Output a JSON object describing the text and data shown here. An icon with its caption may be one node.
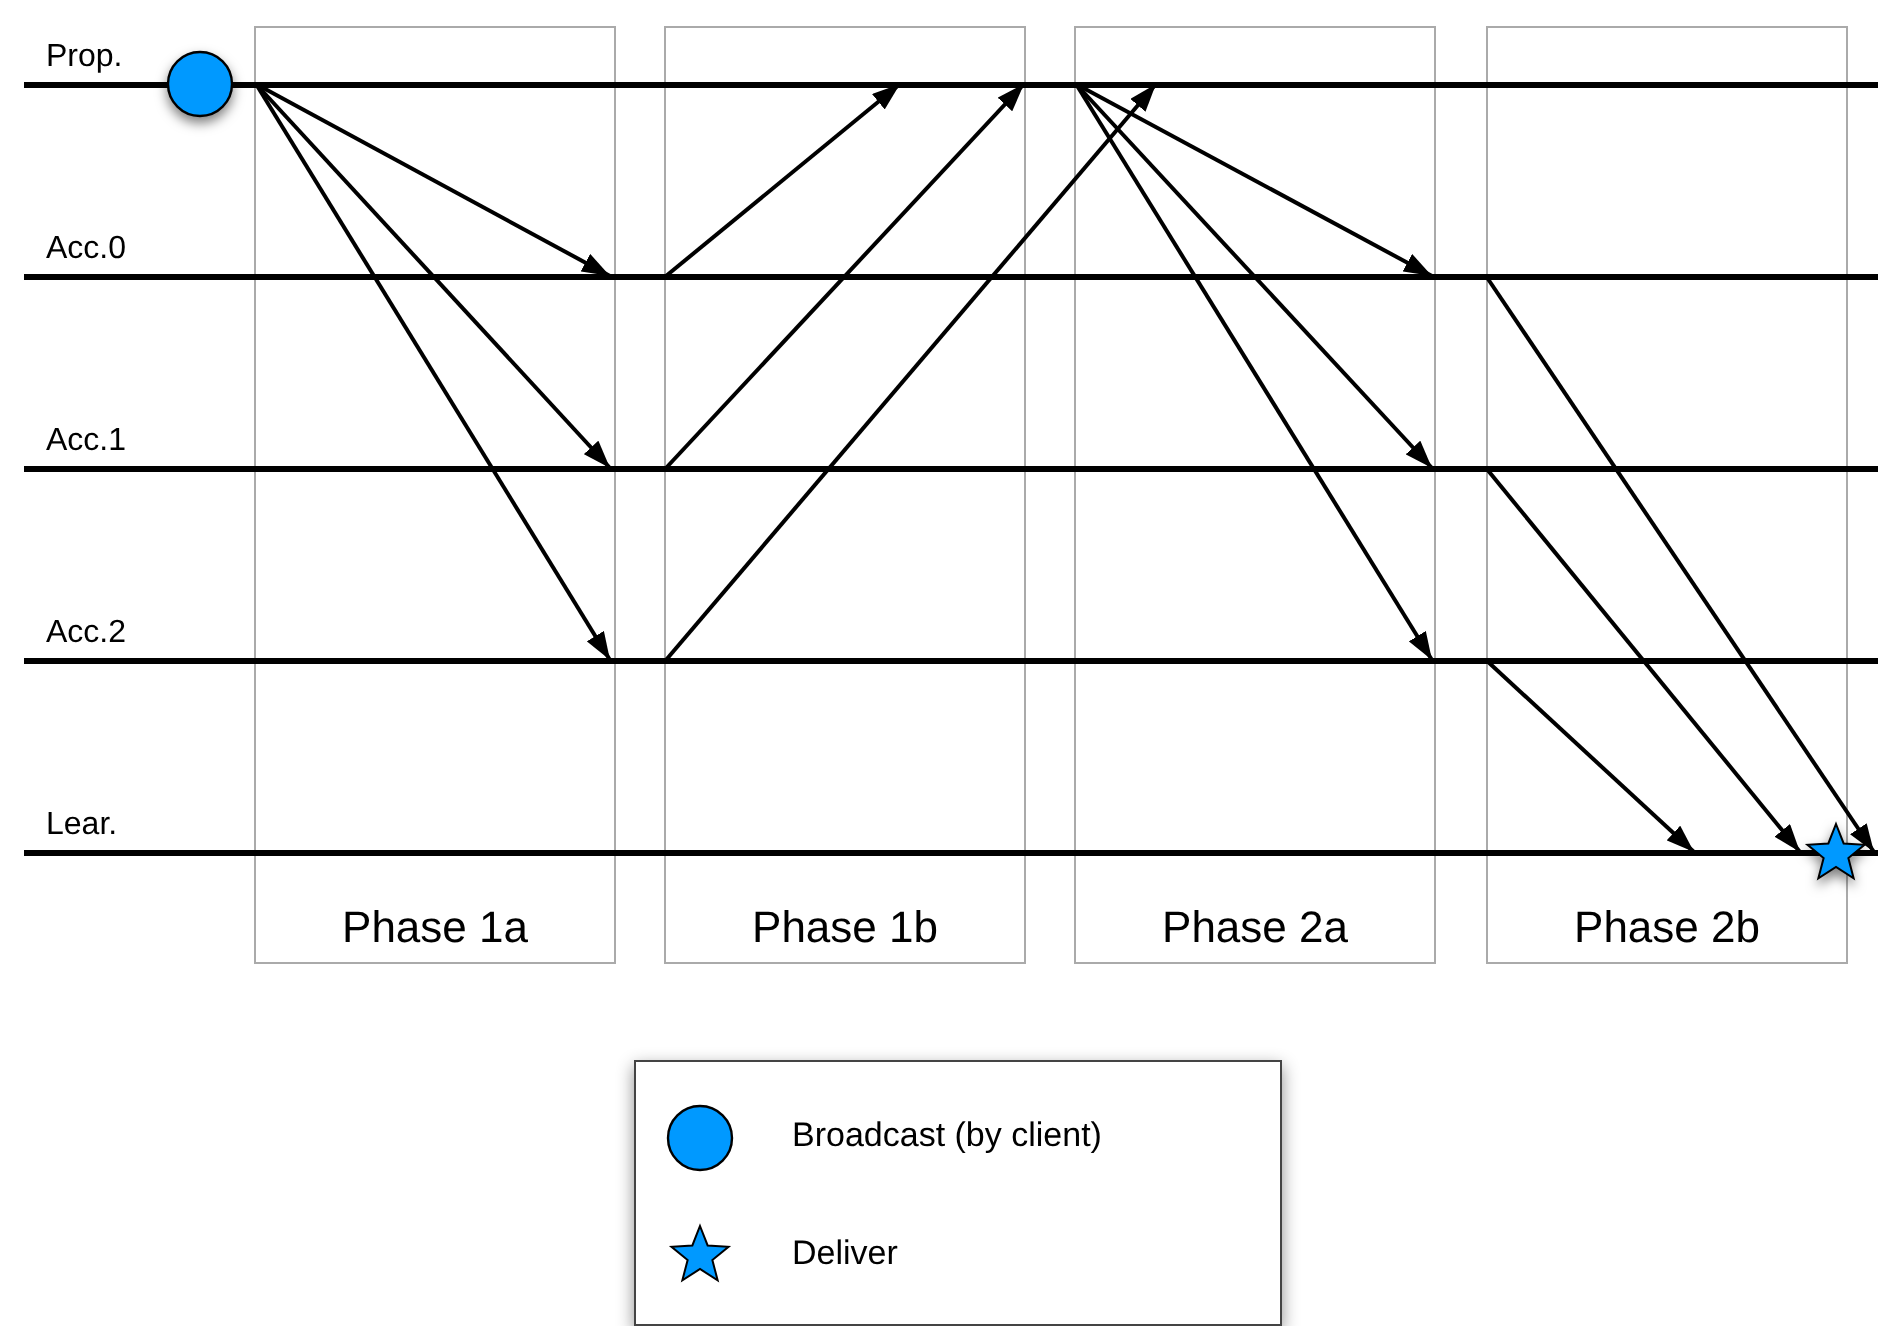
{
  "diagram": {
    "nodes": [
      {
        "text": [
          "Prop."
        ]
      },
      {
        "text": [
          "Acc.0"
        ]
      },
      {
        "text": [
          "Acc.1"
        ]
      },
      {
        "text": [
          "Acc.2"
        ]
      },
      {
        "text": [
          "Lear."
        ]
      }
    ],
    "labels": [
      "Phase 1a",
      "Phase 1b",
      "Phase 2a",
      "Phase 2b"
    ],
    "edges": [
      {
        "from": 0,
        "to": 1,
        "arrow": "to"
      },
      {
        "from": 0,
        "to": 2,
        "arrow": "to"
      },
      {
        "from": 0,
        "to": 3,
        "arrow": "to"
      },
      {
        "from": 1,
        "to": 0,
        "arrow": "to"
      },
      {
        "from": 2,
        "to": 0,
        "arrow": "to"
      },
      {
        "from": 3,
        "to": 0,
        "arrow": "to"
      },
      {
        "from": 0,
        "to": 1,
        "arrow": "to"
      },
      {
        "from": 0,
        "to": 2,
        "arrow": "to"
      },
      {
        "from": 0,
        "to": 3,
        "arrow": "to"
      },
      {
        "from": 1,
        "to": 4,
        "arrow": "to"
      },
      {
        "from": 2,
        "to": 4,
        "arrow": "to"
      },
      {
        "from": 3,
        "to": 4,
        "arrow": "to"
      }
    ],
    "legend": [
      {
        "text": "Broadcast (by client)",
        "color": "#0099ff"
      },
      {
        "text": "Deliver",
        "color": "#0099ff"
      }
    ]
  }
}
